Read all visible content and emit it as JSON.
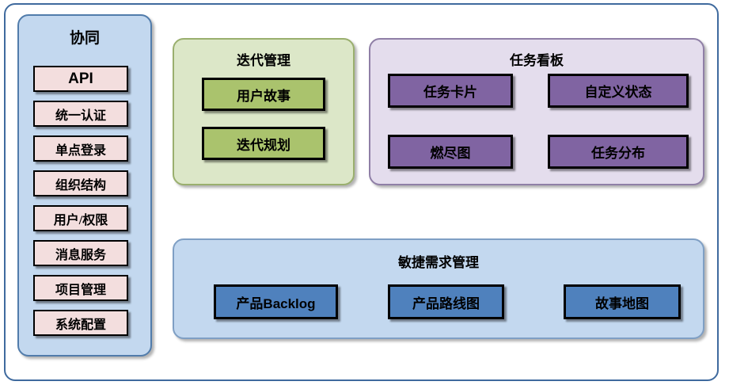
{
  "diagram": {
    "background_color": "#ffffff",
    "frame_border_color": "#3f6a9e"
  },
  "collaboration_panel": {
    "title": "协同",
    "fill_color": "#c3d8ef",
    "border_color": "#517cab",
    "item_fill_color": "#f3dede",
    "items": [
      {
        "label": "API",
        "script": "latin"
      },
      {
        "label": "统一认证",
        "script": "cjk"
      },
      {
        "label": "单点登录",
        "script": "cjk"
      },
      {
        "label": "组织结构",
        "script": "cjk"
      },
      {
        "label": "用户/权限",
        "script": "cjk"
      },
      {
        "label": "消息服务",
        "script": "cjk"
      },
      {
        "label": "项目管理",
        "script": "cjk"
      },
      {
        "label": "系统配置",
        "script": "cjk"
      }
    ]
  },
  "iteration_panel": {
    "title": "迭代管理",
    "fill_color": "#dce7c8",
    "border_color": "#9aaf6e",
    "item_fill_color": "#aac36d",
    "items": [
      {
        "label": "用户故事"
      },
      {
        "label": "迭代规划"
      }
    ]
  },
  "taskboard_panel": {
    "title": "任务看板",
    "fill_color": "#e4dded",
    "border_color": "#8f7fa6",
    "item_fill_color": "#8064a2",
    "items": [
      {
        "label": "任务卡片"
      },
      {
        "label": "自定义状态"
      },
      {
        "label": "燃尽图"
      },
      {
        "label": "任务分布"
      }
    ]
  },
  "agile_panel": {
    "title": "敏捷需求管理",
    "fill_color": "#c3d8ef",
    "border_color": "#7f9fc4",
    "item_fill_color": "#4f81bd",
    "items": [
      {
        "label": "产品Backlog",
        "script": "latin"
      },
      {
        "label": "产品路线图",
        "script": "cjk"
      },
      {
        "label": "故事地图",
        "script": "cjk"
      }
    ]
  }
}
